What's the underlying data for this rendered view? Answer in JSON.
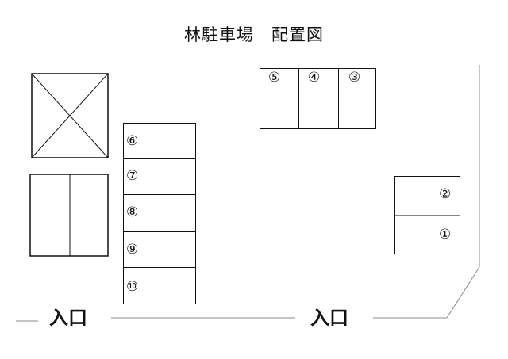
{
  "title": "林駐車場　配置図",
  "entrance_label": "入口",
  "spaces": {
    "s1": "①",
    "s2": "②",
    "s3": "③",
    "s4": "④",
    "s5": "⑤",
    "s6": "⑥",
    "s7": "⑦",
    "s8": "⑧",
    "s9": "⑨",
    "s10": "⑩"
  },
  "colors": {
    "line": "#111111",
    "thin_line": "#888888",
    "background": "#ffffff"
  }
}
